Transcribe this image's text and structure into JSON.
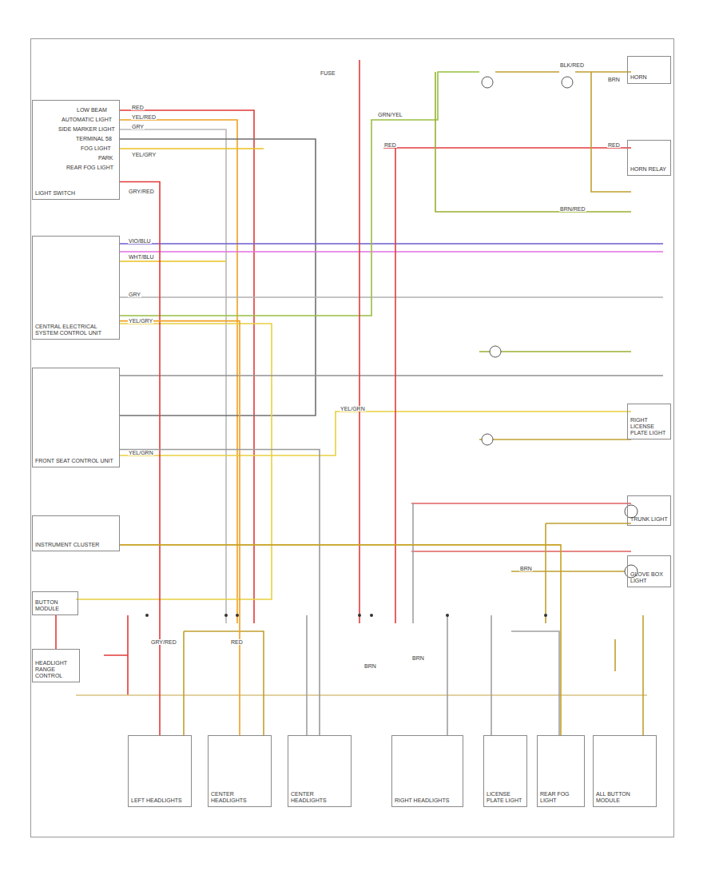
{
  "diagram": {
    "nodes": [
      {
        "text": [
          "LIGHT SWITCH"
        ]
      },
      {
        "text": [
          "CENTRAL ELECTRICAL SYSTEM CONTROL UNIT"
        ]
      },
      {
        "text": [
          "FRONT SEAT CONTROL UNIT"
        ]
      },
      {
        "text": [
          "INSTRUMENT CLUSTER"
        ]
      },
      {
        "text": [
          "BUTTON MODULE"
        ]
      },
      {
        "text": [
          "HEADLIGHT RANGE CONTROL"
        ]
      },
      {
        "text": [
          "HORN"
        ]
      },
      {
        "text": [
          "HORN RELAY"
        ]
      },
      {
        "text": [
          "RIGHT LICENSE PLATE LIGHT"
        ]
      },
      {
        "text": [
          "TRUNK LIGHT"
        ]
      },
      {
        "text": [
          "GLOVE BOX LIGHT"
        ]
      },
      {
        "text": [
          "LEFT HEADLIGHTS"
        ]
      },
      {
        "text": [
          "CENTER HEADLIGHTS"
        ]
      },
      {
        "text": [
          "CENTER HEADLIGHTS"
        ]
      },
      {
        "text": [
          "RIGHT HEADLIGHTS"
        ]
      },
      {
        "text": [
          "LICENSE PLATE LIGHT"
        ]
      },
      {
        "text": [
          "REAR FOG LIGHT"
        ]
      },
      {
        "text": [
          "ALL BUTTON MODULE"
        ]
      }
    ],
    "edges": [
      {
        "from": 0,
        "to": 11,
        "arrow": "none"
      },
      {
        "from": 1,
        "to": 12,
        "arrow": "none"
      },
      {
        "from": 2,
        "to": 13,
        "arrow": "none"
      },
      {
        "from": 3,
        "to": 16,
        "arrow": "none"
      },
      {
        "from": 4,
        "to": 5,
        "arrow": "none"
      }
    ],
    "labels": [
      "LOW BEAM",
      "AUTOMATIC LIGHT",
      "SIDE MARKER LIGHT",
      "TERMINAL 58",
      "FOG LIGHT",
      "PARK",
      "REAR FOG LIGHT",
      "RED",
      "YEL/RED",
      "GRY",
      "YEL/GRY",
      "GRY/RED",
      "GRN/YEL",
      "RED",
      "BLK/RED",
      "BRN",
      "RED",
      "BRN/RED",
      "VIO/BLU",
      "WHT/BLU",
      "GRY",
      "YEL/GRY",
      "YEL/GRN",
      "BRN",
      "FUSE",
      "BRN",
      "RED",
      "GRY/RED",
      "YEL/GRN",
      "BRN"
    ]
  }
}
